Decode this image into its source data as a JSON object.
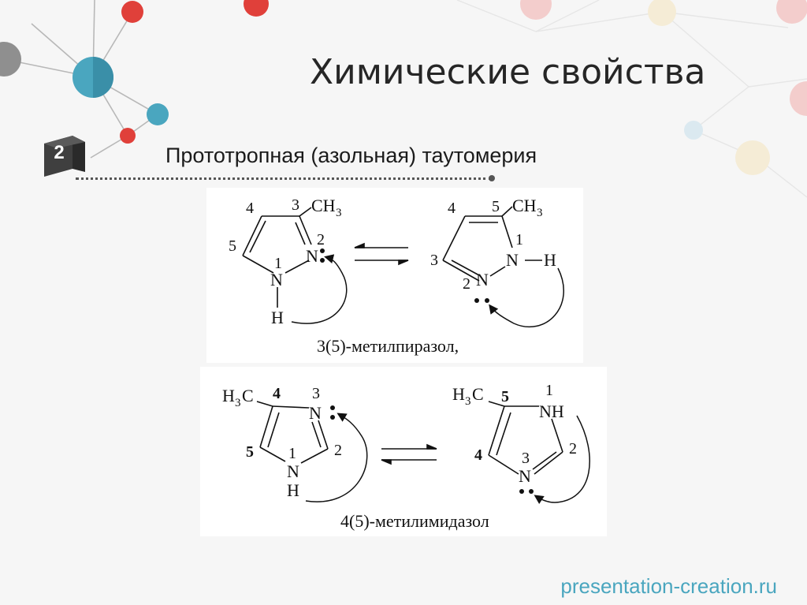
{
  "slide": {
    "title": "Химические свойства",
    "section_number": "2",
    "subtitle": "Прототропная (азольная) таутомерия",
    "footer": "presentation-creation.ru"
  },
  "pyrazole": {
    "caption": "3(5)-метилпиразол,",
    "left": {
      "pos4": "4",
      "pos3": "3",
      "ch3": "CH",
      "ch3_sub": "3",
      "pos5": "5",
      "pos2": "2",
      "n2": "N",
      "pos1": "1",
      "n1": "N",
      "h": "H"
    },
    "right": {
      "pos4": "4",
      "pos5": "5",
      "ch3": "CH",
      "ch3_sub": "3",
      "pos1": "1",
      "pos3": "3",
      "n1": "N",
      "h": "H",
      "pos2": "2",
      "n2": "N"
    }
  },
  "imidazole": {
    "caption": "4(5)-метилимидазол",
    "left": {
      "h3c_h": "H",
      "h3c_sub": "3",
      "h3c_c": "C",
      "pos4": "4",
      "pos3": "3",
      "n3": "N",
      "pos5": "5",
      "pos2": "2",
      "pos1": "1",
      "n1": "N",
      "h": "H"
    },
    "right": {
      "h3c_h": "H",
      "h3c_sub": "3",
      "h3c_c": "C",
      "pos5": "5",
      "pos1": "1",
      "nh": "NH",
      "pos2": "2",
      "pos4": "4",
      "pos3": "3",
      "n3": "N"
    }
  },
  "colors": {
    "accent_teal": "#4aa6bf",
    "accent_red": "#e0403a",
    "badge": "#3f3f3f"
  }
}
